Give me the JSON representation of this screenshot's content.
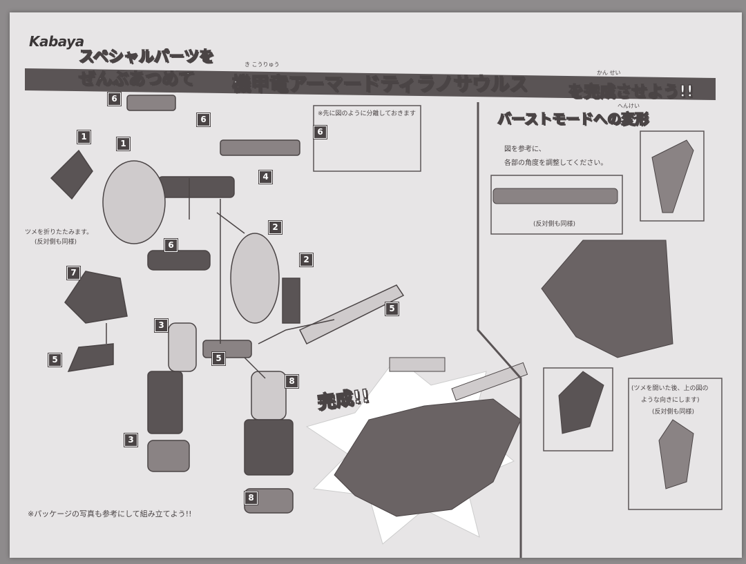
{
  "brand": "Kabaya",
  "header": {
    "line1": "スペシャルパーツを",
    "line2": "ぜんぶあつめて",
    "product_name": "機甲竜アーマードティラノサウルス",
    "product_ruby": "き こうりゅう",
    "suffix": "を完成させよう!!",
    "suffix_ruby": "かん せい"
  },
  "assembly": {
    "note_separate": "※先に図のように分離しておきます",
    "note_claw": "ツメを折りたたみます。",
    "note_claw_same": "(反対側も同様)",
    "complete": "完成!!",
    "footer_note": "※パッケージの写真も参考にして組み立てよう!!",
    "steps": [
      "6",
      "6",
      "6",
      "1",
      "1",
      "4",
      "2",
      "2",
      "6",
      "7",
      "5",
      "3",
      "5",
      "5",
      "8",
      "3",
      "8"
    ]
  },
  "burst_mode": {
    "title": "バーストモードへの変形",
    "title_ruby": "へんけい",
    "instruction1": "図を参考に、",
    "instruction2": "各部の角度を調整してください。",
    "same_other_side": "(反対側も同様)",
    "claw_note1": "(ツメを開いた後、上の図の",
    "claw_note2": "ような向きにします)",
    "claw_same": "(反対側も同様)"
  },
  "colors": {
    "ink": "#4a4445",
    "paper": "#e7e5e6",
    "background": "#8e8b8c"
  }
}
